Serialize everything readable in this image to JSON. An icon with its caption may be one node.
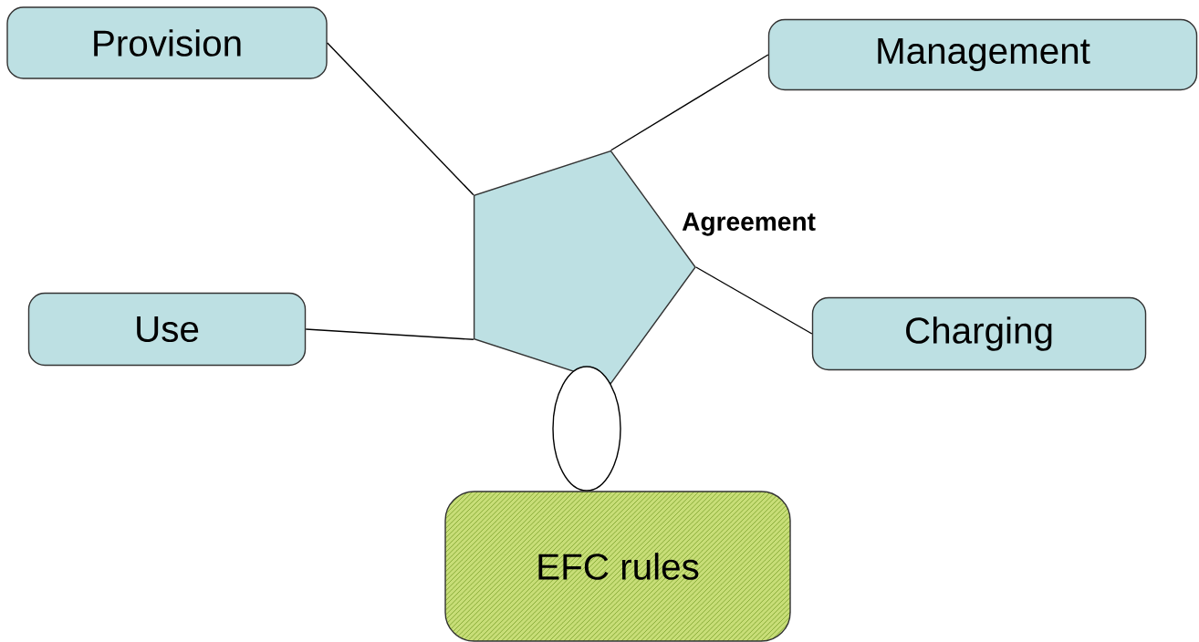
{
  "diagram": {
    "nodes": [
      {
        "text": [
          "Provision"
        ]
      },
      {
        "text": [
          "Management"
        ]
      },
      {
        "text": [],
        "shape": "pentagon",
        "beside": [
          "Agreement"
        ]
      },
      {
        "text": [
          "Use"
        ]
      },
      {
        "text": [
          "Charging"
        ]
      },
      {
        "text": [],
        "shape": "ellipse"
      },
      {
        "text": [
          "EFC rules"
        ]
      }
    ],
    "edges": [
      {
        "from": 0,
        "to": 2,
        "arrow": "none"
      },
      {
        "from": 1,
        "to": 2,
        "arrow": "none"
      },
      {
        "from": 3,
        "to": 2,
        "arrow": "none"
      },
      {
        "from": 4,
        "to": 2,
        "arrow": "none"
      }
    ]
  }
}
